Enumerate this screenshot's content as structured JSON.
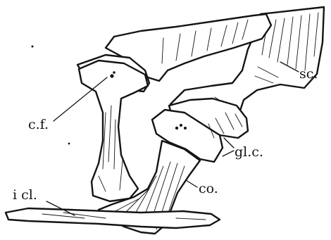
{
  "labels": {
    "cf": "c.f.",
    "sc": "sc.",
    "glc": "gl.c.",
    "co": "co.",
    "icl": "i cl."
  },
  "colors": {
    "ink": "#141414",
    "paper": "#ffffff"
  }
}
